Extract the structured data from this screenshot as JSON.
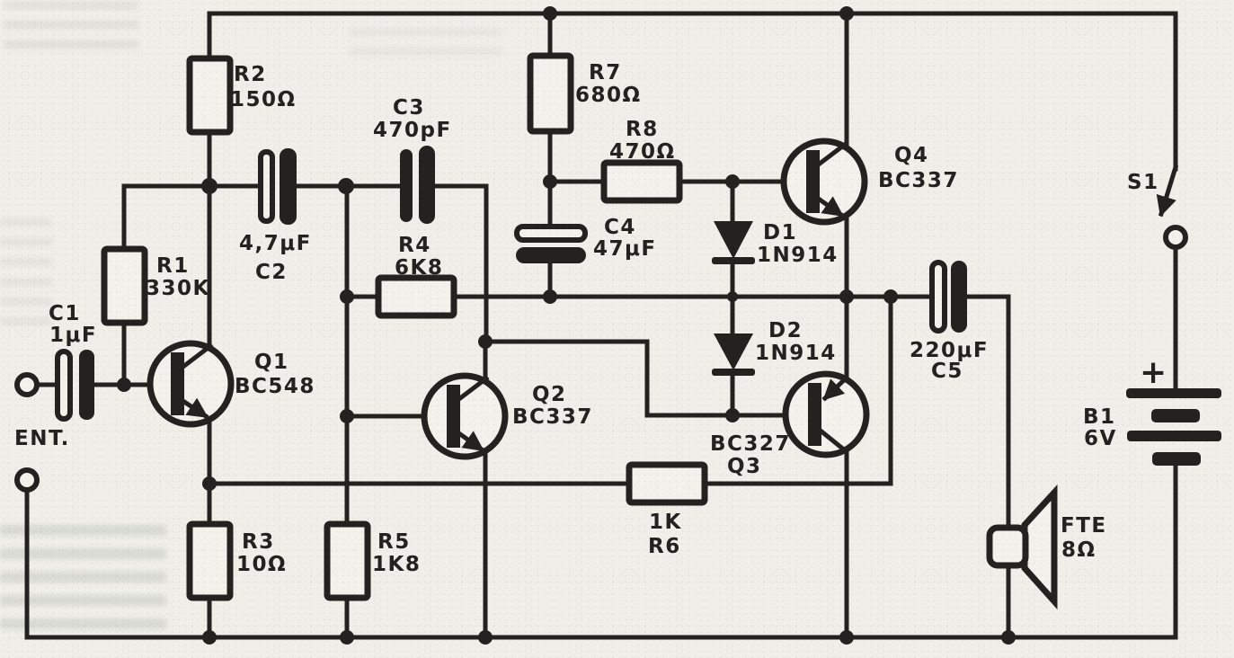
{
  "colors": {
    "ink": "#232220",
    "paper": "#f0eee9"
  },
  "schematic": {
    "input_label": "ENT.",
    "switch": {
      "ref": "S1"
    },
    "battery": {
      "ref": "B1",
      "value": "6V",
      "plus": "+"
    },
    "speaker": {
      "ref": "FTE",
      "value": "8Ω"
    },
    "resistors": {
      "r1": {
        "ref": "R1",
        "value": "330K"
      },
      "r2": {
        "ref": "R2",
        "value": "150Ω"
      },
      "r3": {
        "ref": "R3",
        "value": "10Ω"
      },
      "r4": {
        "ref": "R4",
        "value": "6K8"
      },
      "r5": {
        "ref": "R5",
        "value": "1K8"
      },
      "r6": {
        "ref": "R6",
        "value": "1K"
      },
      "r7": {
        "ref": "R7",
        "value": "680Ω"
      },
      "r8": {
        "ref": "R8",
        "value": "470Ω"
      }
    },
    "capacitors": {
      "c1": {
        "ref": "C1",
        "value": "1μF"
      },
      "c2": {
        "ref": "C2",
        "value": "4,7μF"
      },
      "c3": {
        "ref": "C3",
        "value": "470pF"
      },
      "c4": {
        "ref": "C4",
        "value": "47μF"
      },
      "c5": {
        "ref": "C5",
        "value": "220μF"
      }
    },
    "diodes": {
      "d1": {
        "ref": "D1",
        "value": "1N914"
      },
      "d2": {
        "ref": "D2",
        "value": "1N914"
      }
    },
    "transistors": {
      "q1": {
        "ref": "Q1",
        "value": "BC548"
      },
      "q2": {
        "ref": "Q2",
        "value": "BC337"
      },
      "q3": {
        "ref": "Q3",
        "value": "BC327"
      },
      "q4": {
        "ref": "Q4",
        "value": "BC337"
      }
    }
  }
}
